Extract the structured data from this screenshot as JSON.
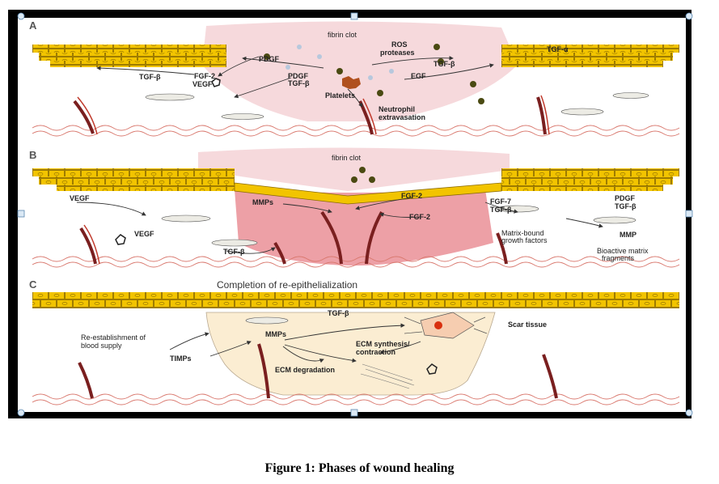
{
  "caption": "Figure 1: Phases of wound healing",
  "panels": {
    "a": {
      "letter": "A",
      "labels": {
        "fibrin_clot": "fibrin clot",
        "ros": "ROS",
        "proteases": "proteases",
        "tgf_alpha": "TGF-α",
        "pdgf_top": "PDGF",
        "tgf_beta_right": "TGF-β",
        "egf": "EGF",
        "tgf_beta_left": "TGF-β",
        "fgf2": "FGF-2",
        "vegf": "VEGF",
        "pdgf": "PDGF",
        "tgf_beta_mid": "TGF-β",
        "platelets": "Platelets",
        "neutrophil_1": "Neutrophil",
        "neutrophil_2": "extravasation"
      }
    },
    "b": {
      "letter": "B",
      "labels": {
        "fibrin_clot": "fibrin clot",
        "vegf_left": "VEGF",
        "mmps": "MMPs",
        "fgf2_top": "FGF-2",
        "fgf7": "FGF-7",
        "tgf_beta_right": "TGF-β",
        "pdgf": "PDGF",
        "tgf_beta_far": "TGF-β",
        "fgf2_bottom": "FGF-2",
        "vegf_mid": "VEGF",
        "matrix_1": "Matrix-bound",
        "matrix_2": "growth factors",
        "mmp": "MMP",
        "bioactive_1": "Bioactive matrix",
        "bioactive_2": "fragments",
        "tgf_beta_bottom": "TGF-β"
      }
    },
    "c": {
      "letter": "C",
      "labels": {
        "title": "Completion of re-epithelialization",
        "tgf_beta": "TGF-β",
        "scar": "Scar tissue",
        "reestablish_1": "Re-establishment of",
        "reestablish_2": "blood supply",
        "mmps": "MMPs",
        "ecm_synth_1": "ECM synthesis/",
        "ecm_synth_2": "contraction",
        "timps": "TIMPs",
        "ecm_degradation": "ECM degradation"
      }
    }
  },
  "colors": {
    "epithelium": "#f2c400",
    "epithelium_stroke": "#8a6a00",
    "fibrin": "#f6d9dc",
    "granulation": "#eda0a6",
    "scar_fill": "#fbedd2",
    "vessel": "#c0392b",
    "cell_green": "#4a4a12",
    "frame": "#000000"
  }
}
